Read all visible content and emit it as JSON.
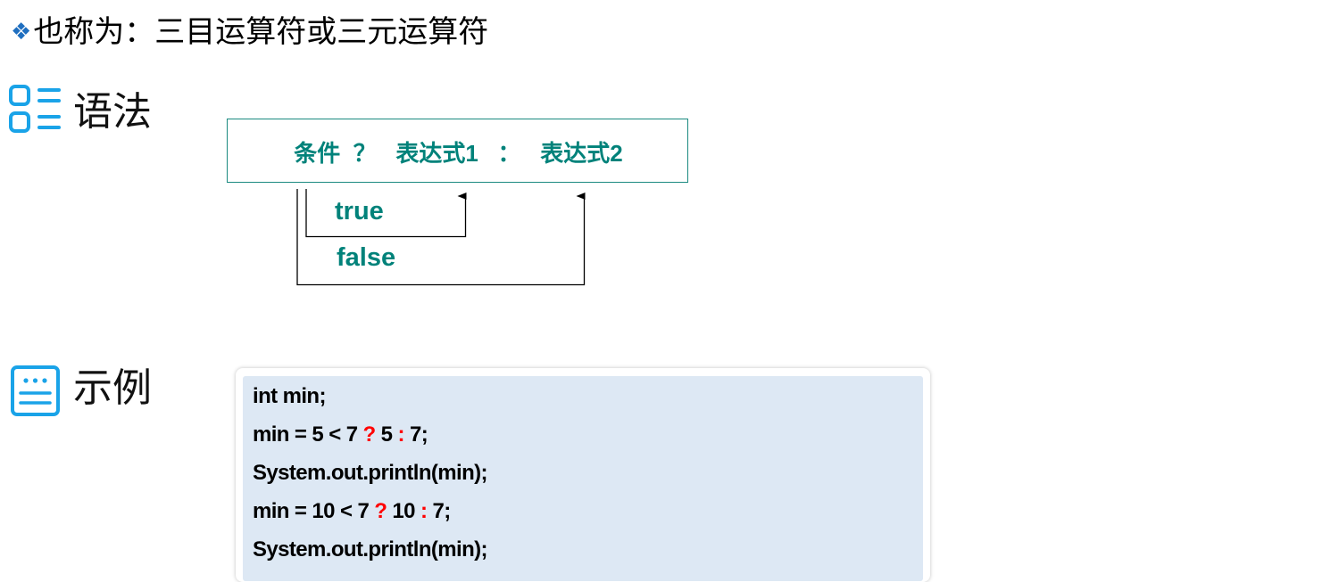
{
  "title": {
    "bullet_icon": "diamond-bullet-icon",
    "text": "也称为：三目运算符或三元运算符"
  },
  "sections": {
    "syntax": {
      "label": "语法",
      "icon": "list-icon",
      "icon_color": "#1aa3e8"
    },
    "example": {
      "label": "示例",
      "icon": "document-icon",
      "icon_color": "#1aa3e8"
    }
  },
  "syntax_diagram": {
    "expression": "条件  ？   表达式1   ：   表达式2",
    "true_label": "true",
    "false_label": "false",
    "color": "#00827a"
  },
  "code": {
    "background": "#dde8f4",
    "highlight_color": "#ff0000",
    "lines": [
      [
        {
          "t": "int min;"
        }
      ],
      [
        {
          "t": "min = 5 < 7 "
        },
        {
          "t": "?",
          "hl": true
        },
        {
          "t": " 5 "
        },
        {
          "t": ":",
          "hl": true
        },
        {
          "t": " 7;"
        }
      ],
      [
        {
          "t": "System.out.println(min);"
        }
      ],
      [
        {
          "t": "min = 10 < 7 "
        },
        {
          "t": "?",
          "hl": true
        },
        {
          "t": " 10 "
        },
        {
          "t": ":",
          "hl": true
        },
        {
          "t": " 7;"
        }
      ],
      [
        {
          "t": "System.out.println(min);"
        }
      ]
    ]
  }
}
